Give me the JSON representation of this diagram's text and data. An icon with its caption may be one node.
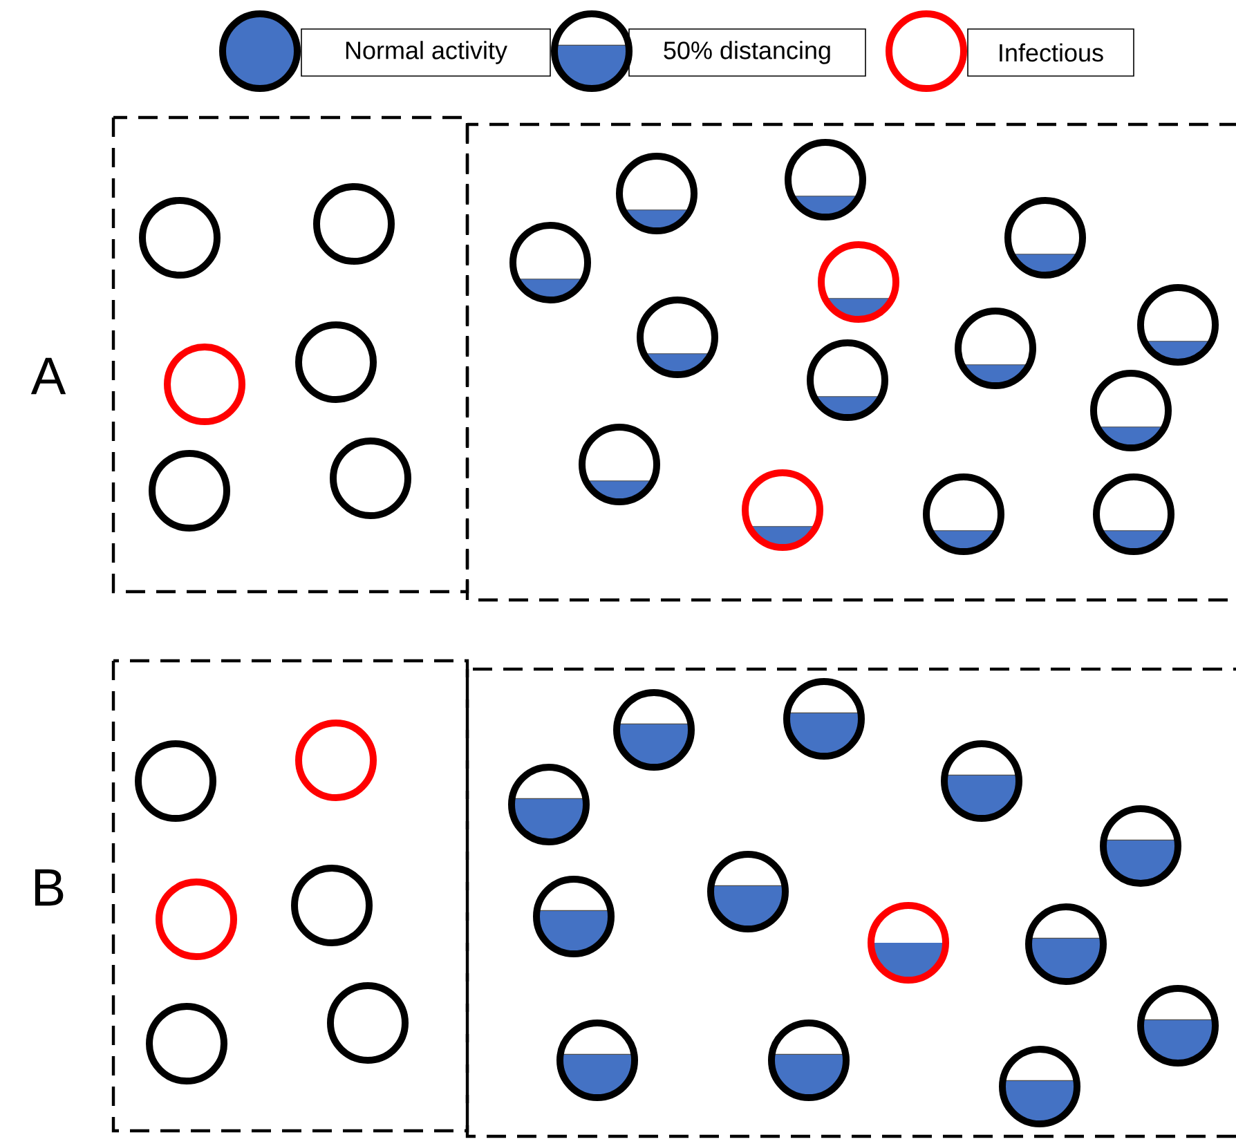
{
  "diagram": {
    "labels": [
      "A",
      "B"
    ],
    "legend": [
      {
        "text": "Normal activity"
      },
      {
        "text": "50% distancing"
      },
      {
        "text": "Infectious"
      }
    ]
  }
}
